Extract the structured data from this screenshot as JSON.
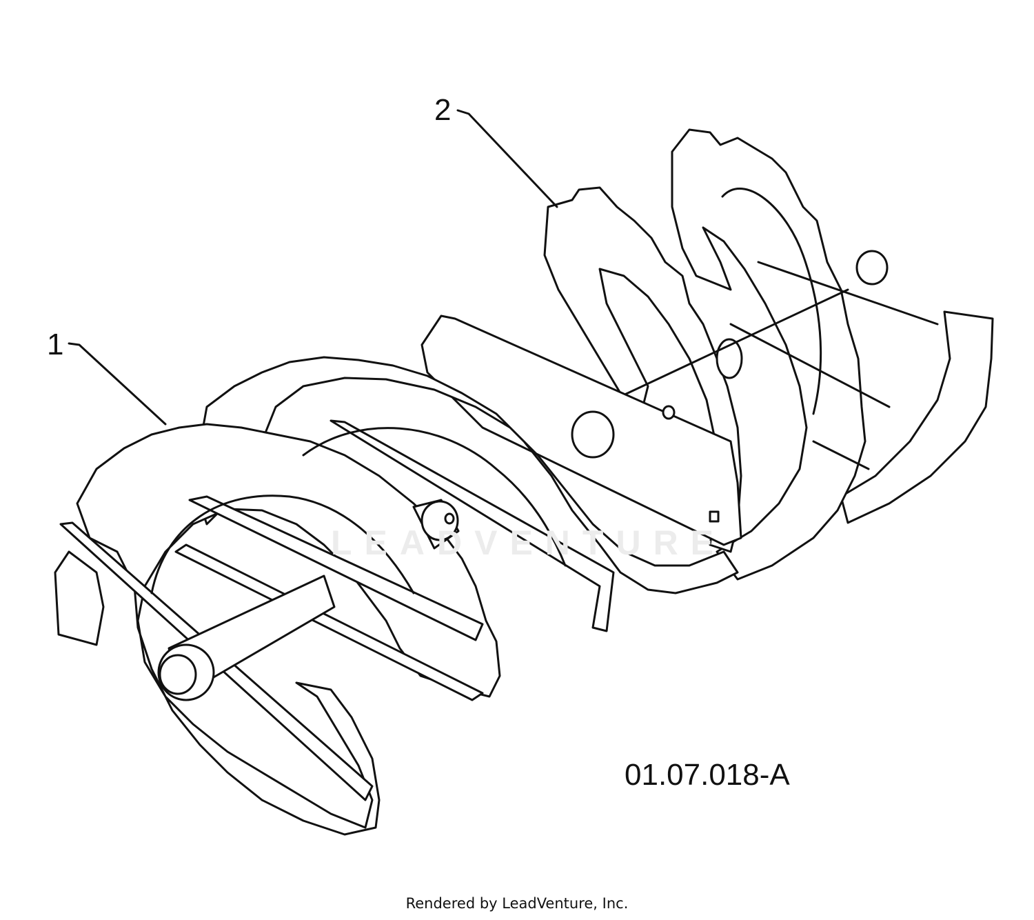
{
  "diagram": {
    "callouts": [
      {
        "label": "1"
      },
      {
        "label": "2"
      }
    ],
    "drawing_id": "01.07.018-A",
    "watermark": "LEADVENTURE",
    "footer": "Rendered by LeadVenture, Inc.",
    "line_color": "#111111",
    "fill_color": "#ffffff"
  }
}
